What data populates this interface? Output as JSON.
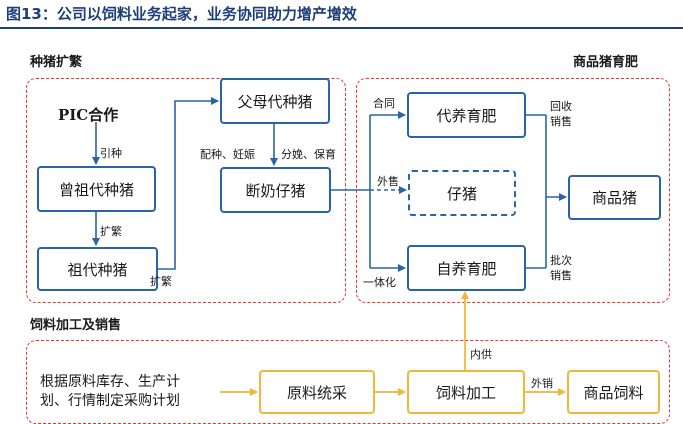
{
  "title": "图13：公司以饲料业务起家，业务协同助力增产增效",
  "sections": {
    "breeding": "种猪扩繁",
    "fattening": "商品猪育肥",
    "feed": "饲料加工及销售"
  },
  "nodes": {
    "pic": "PIC合作",
    "great_grand": "曾祖代种猪",
    "grand": "祖代种猪",
    "parent": "父母代种猪",
    "weaned": "断奶仔猪",
    "contract": "代养育肥",
    "piglet": "仔猪",
    "self": "自养育肥",
    "market_hog": "商品猪",
    "plan_line1": "根据原料库存、生产计",
    "plan_line2": "划、行情制定采购计划",
    "procure": "原料统采",
    "feed_proc": "饲料加工",
    "feed_product": "商品饲料"
  },
  "labels": {
    "introduce": "引种",
    "expand1": "扩繁",
    "expand2": "扩繁",
    "breed": "配种、妊娠",
    "farrow": "分娩、保育",
    "contract": "合同",
    "export": "外售",
    "integration": "一体化",
    "buyback_1": "回收",
    "buyback_2": "销售",
    "batch_1": "批次",
    "batch_2": "销售",
    "internal": "内供",
    "external": "外销"
  },
  "colors": {
    "title": "#1f3f7a",
    "frame": "#e8332f",
    "pig_flow": "#2a64a8",
    "feed_flow": "#f2b63a"
  }
}
